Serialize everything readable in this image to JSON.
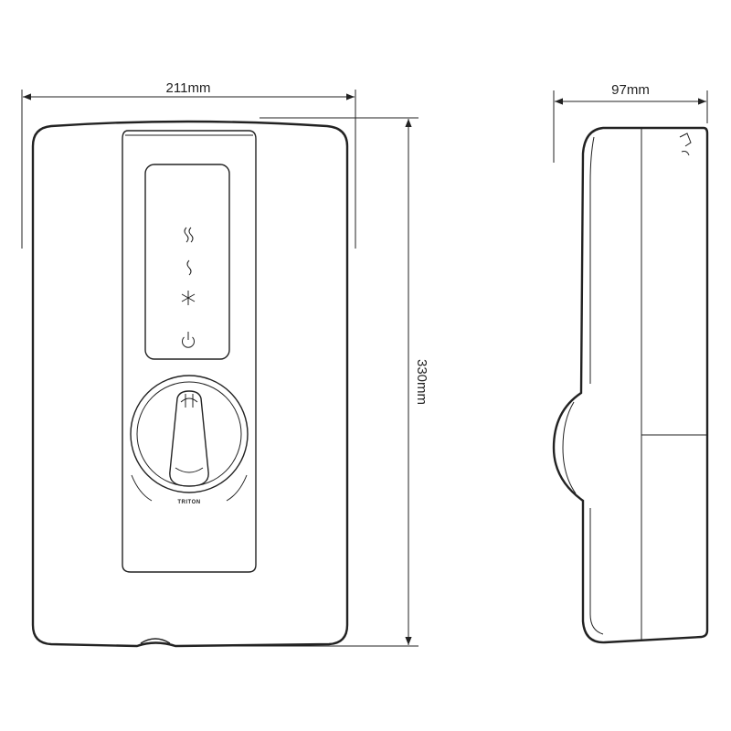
{
  "dimensions": {
    "width_label": "211mm",
    "depth_label": "97mm",
    "height_label": "330mm"
  },
  "brand": {
    "name": "TRITON"
  },
  "controls": {
    "indicators": [
      "high-heat-icon",
      "low-heat-icon",
      "cold-icon",
      "power-icon"
    ]
  },
  "colors": {
    "stroke": "#222222",
    "background": "#ffffff"
  }
}
